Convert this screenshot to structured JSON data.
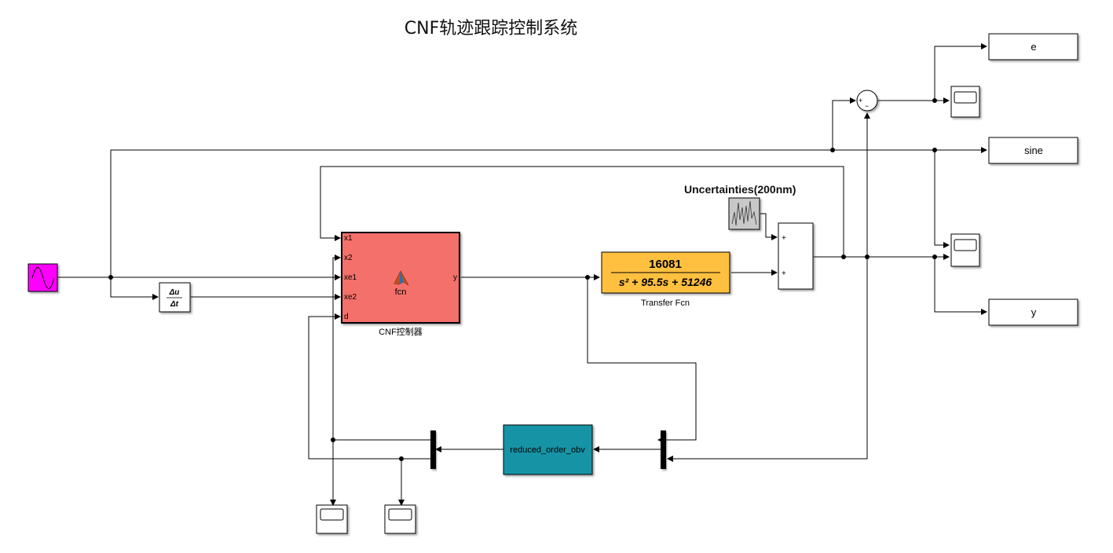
{
  "title": "CNF轨迹跟踪控制系统",
  "colors": {
    "sine": "#ff00ff",
    "controller": "#f4706a",
    "transfer_fcn": "#ffc040",
    "observer": "#1894a6",
    "random_source": "#c8c8c8"
  },
  "annotation": "Uncertainties(200nm)",
  "blocks": {
    "derivative": {
      "num": "Δu",
      "den": "Δt"
    },
    "controller": {
      "caption": "CNF控制器",
      "center_label": "fcn",
      "inputs": [
        "x1",
        "x2",
        "xe1",
        "xe2",
        "d"
      ],
      "output": "y",
      "icon": "matlab-function-icon"
    },
    "transfer_fcn": {
      "numerator": "16081",
      "denominator": "s² + 95.5s + 51246",
      "caption": "Transfer Fcn"
    },
    "sum_add": {
      "signs": [
        "+",
        "+"
      ]
    },
    "sum_sub": {
      "signs": [
        "+",
        "−"
      ]
    },
    "observer": {
      "label": "reduced_order_obv"
    },
    "outports": [
      "e",
      "sine",
      "y"
    ]
  }
}
